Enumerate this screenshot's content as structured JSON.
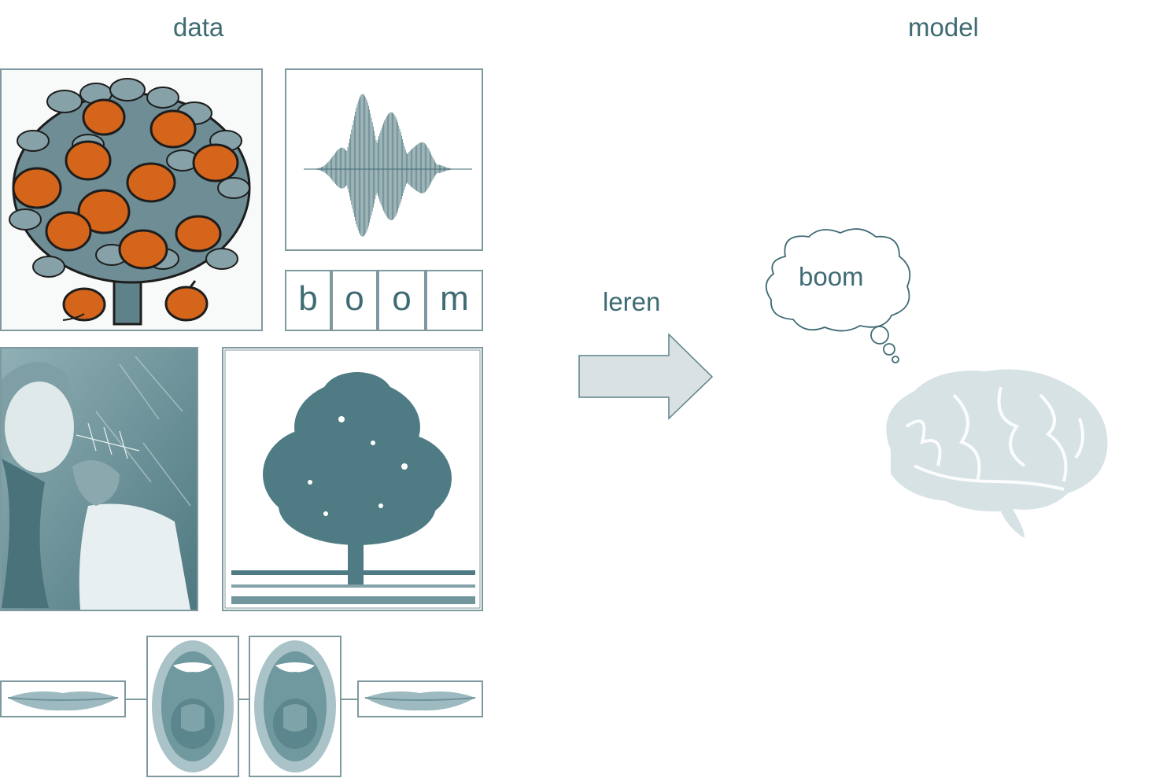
{
  "headings": {
    "data": "data",
    "model": "model"
  },
  "letters": [
    "b",
    "o",
    "o",
    "m"
  ],
  "arrow_label": "leren",
  "thought_text": "boom",
  "colors": {
    "teal": "#3f6b73",
    "slate": "#5c8289",
    "leaf": "#6e8d94",
    "orange": "#d4651a",
    "arrow_fill": "#d9e1e3",
    "brain": "#d7e2e5",
    "mouth": "#9dbac0"
  }
}
